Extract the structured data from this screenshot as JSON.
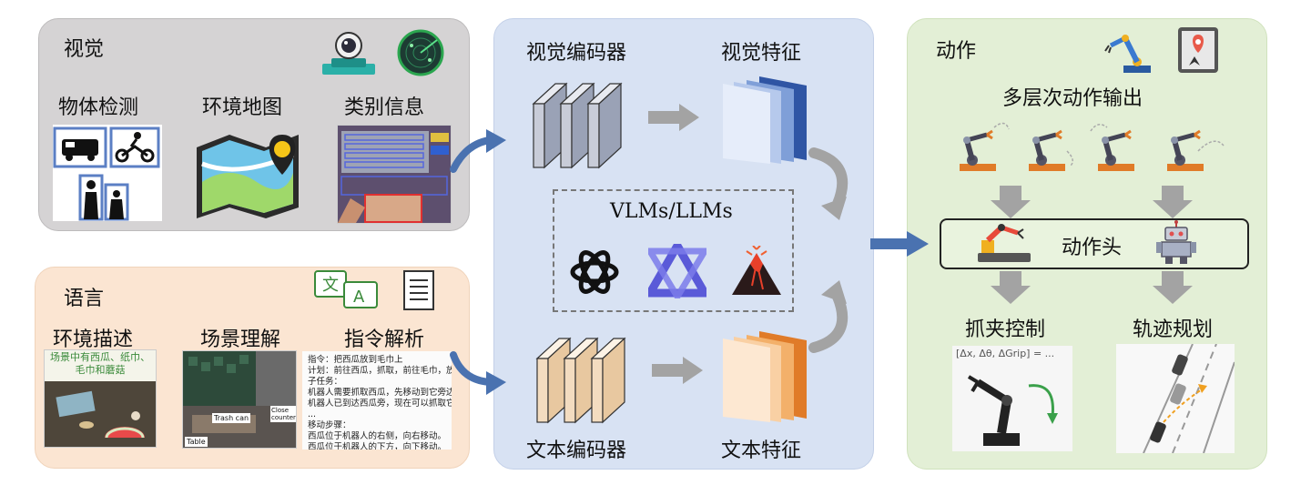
{
  "vision": {
    "title": "视觉",
    "items": [
      "物体检测",
      "环境地图",
      "类别信息"
    ]
  },
  "language": {
    "title": "语言",
    "items": [
      "环境描述",
      "场景理解",
      "指令解析"
    ],
    "env_image_text": "场景中有西瓜、纸巾、\n毛巾和蘑菇",
    "scene_tags": [
      "Trash can",
      "Close counter",
      "Table"
    ],
    "parse_text": "指令：把西瓜放到毛巾上\n计划：前往西瓜，抓取，前往毛巾，放下。\n子任务：\n机器人需要抓取西瓜，先移动到它旁边。\n机器人已到达西瓜旁，现在可以抓取它。\n...\n移动步骤：\n西瓜位于机器人的右侧，向右移动。\n西瓜位于机器人的下方，向下移动。\n..."
  },
  "model": {
    "vision_encoder": "视觉编码器",
    "vision_feature": "视觉特征",
    "text_encoder": "文本编码器",
    "text_feature": "文本特征",
    "core": "VLMs/LLMs"
  },
  "action": {
    "title": "动作",
    "multi_level": "多层次动作输出",
    "head": "动作头",
    "grasp": "抓夹控制",
    "trajectory": "轨迹规划",
    "grasp_formula": "[Δx, Δθ, ΔGrip] = ..."
  },
  "colors": {
    "arrow_blue": "#4a72b0",
    "arrow_gray": "#a3a3a3",
    "feature_blue": "#2f55a4",
    "feature_orange": "#e07b28"
  }
}
